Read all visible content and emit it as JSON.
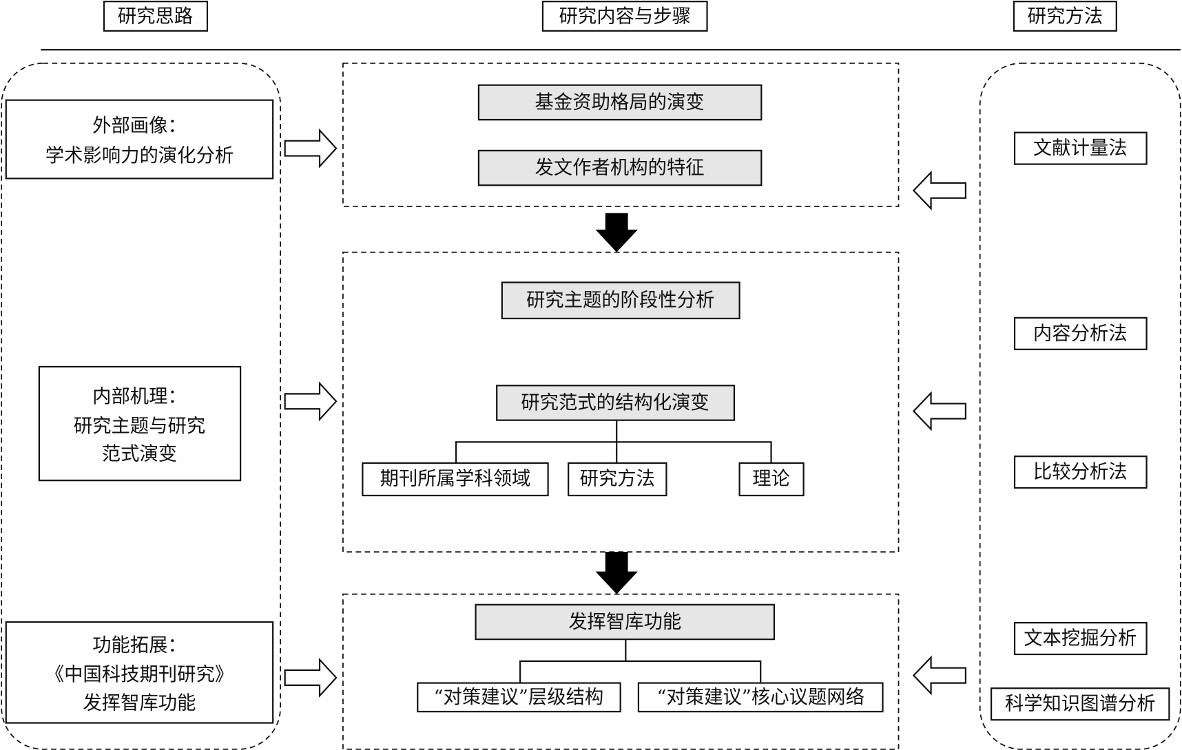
{
  "headers": {
    "left": "研究思路",
    "middle": "研究内容与步骤",
    "right": "研究方法"
  },
  "left_column": [
    {
      "line1": "外部画像：",
      "line2": "学术影响力的演化分析"
    },
    {
      "line1": "内部机理：",
      "line2": "研究主题与研究",
      "line3": "范式演变"
    },
    {
      "line1": "功能拓展：",
      "line2": "《中国科技期刊研究》",
      "line3": "发挥智库功能"
    }
  ],
  "middle": {
    "stage1": [
      "基金资助格局的演变",
      "发文作者机构的特征"
    ],
    "stage2": {
      "topic": "研究主题的阶段性分析",
      "paradigm": "研究范式的结构化演变",
      "children": [
        "期刊所属学科领域",
        "研究方法",
        "理论"
      ]
    },
    "stage3": {
      "root": "发挥智库功能",
      "children": [
        "“对策建议”层级结构",
        "“对策建议”核心议题网络"
      ]
    }
  },
  "methods": [
    "文献计量法",
    "内容分析法",
    "比较分析法",
    "文本挖掘分析",
    "科学知识图谱分析"
  ]
}
